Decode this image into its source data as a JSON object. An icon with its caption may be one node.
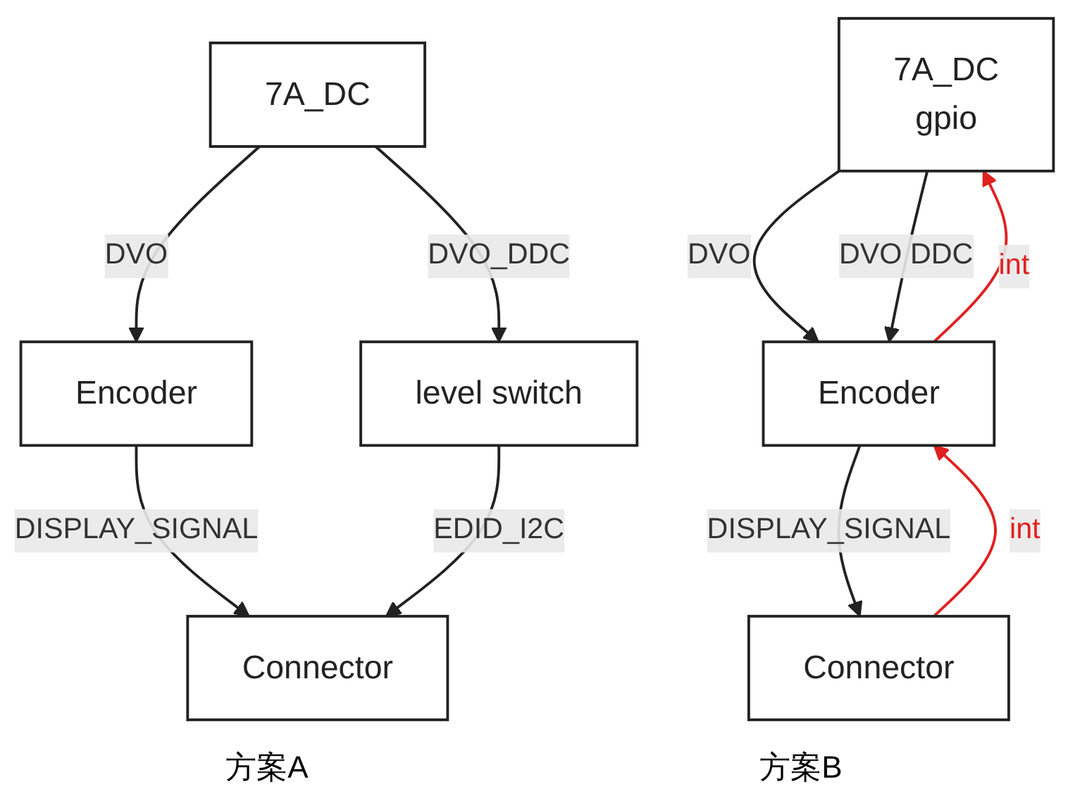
{
  "diagram": {
    "nodes": [
      {
        "text": [
          "7A_DC"
        ]
      },
      {
        "text": [
          "Encoder"
        ]
      },
      {
        "text": [
          "level switch"
        ]
      },
      {
        "text": [
          "Connector"
        ]
      },
      {
        "text": [
          "7A_DC",
          "gpio"
        ]
      },
      {
        "text": [
          "Encoder"
        ]
      },
      {
        "text": [
          "Connector"
        ]
      }
    ],
    "edges": [
      {
        "from": 0,
        "to": 1,
        "arrow": "to",
        "label": "DVO"
      },
      {
        "from": 0,
        "to": 2,
        "arrow": "to",
        "label": "DVO_DDC"
      },
      {
        "from": 1,
        "to": 3,
        "arrow": "to",
        "label": "DISPLAY_SIGNAL"
      },
      {
        "from": 2,
        "to": 3,
        "arrow": "to",
        "label": "EDID_I2C"
      },
      {
        "from": 5,
        "to": 4,
        "arrow": "to",
        "label": "int",
        "color": "#e02020"
      },
      {
        "from": 4,
        "to": 5,
        "arrow": "to",
        "label": "DVO"
      },
      {
        "from": 4,
        "to": 5,
        "arrow": "to",
        "label": "DVO DDC"
      },
      {
        "from": 6,
        "to": 5,
        "arrow": "to",
        "label": "int",
        "color": "#e02020"
      },
      {
        "from": 5,
        "to": 6,
        "arrow": "to",
        "label": "DISPLAY_SIGNAL"
      }
    ],
    "labels": [
      "方案A",
      "方案B"
    ]
  }
}
